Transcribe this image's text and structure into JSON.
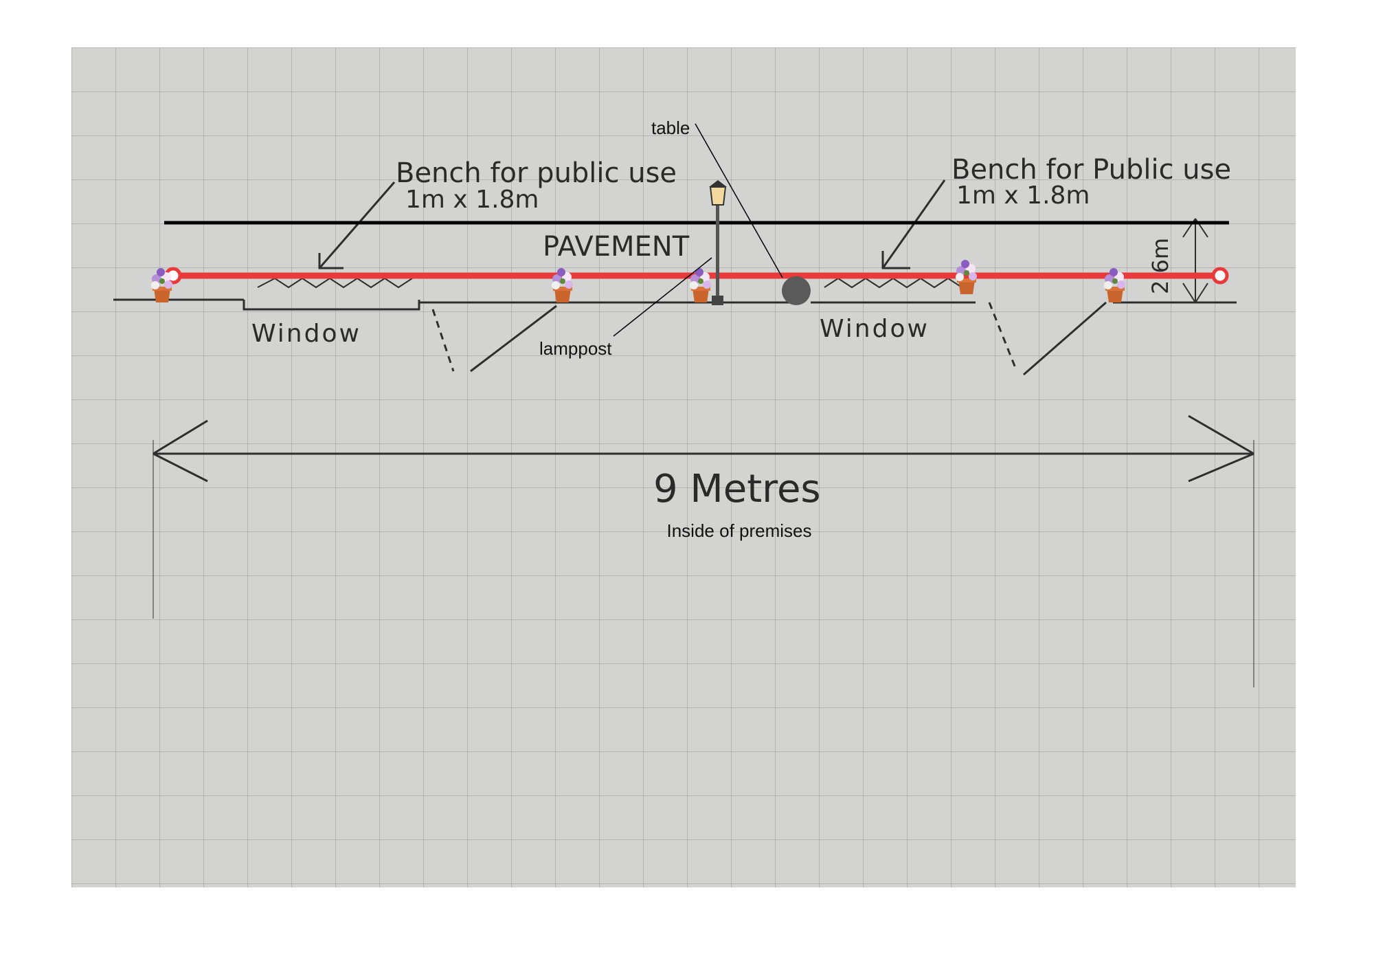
{
  "labels": {
    "table": "table",
    "lamppost": "lamppost",
    "inside": "Inside of premises"
  },
  "sketch": {
    "bench_left": "Bench for public use",
    "bench_left_size": "1m x 1.8m",
    "bench_right": "Bench for Public use",
    "bench_right_size": "1m x 1.8m",
    "pavement": "PAVEMENT",
    "window_left": "Window",
    "window_right": "Window",
    "width": "9 Metres",
    "depth": "2.6m"
  },
  "colors": {
    "boundary": "#e83a3a",
    "paper": "#d4d5d3",
    "table": "#5a5a5a"
  }
}
